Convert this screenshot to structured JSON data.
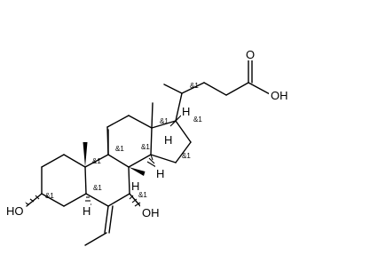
{
  "atom_labels": {
    "oh_acid": "OH",
    "o_carbonyl": "O",
    "ho_3": "HO",
    "oh_7": "OH",
    "h_17": "H",
    "h_9": "H",
    "h_8": "H",
    "h_14": "H",
    "h_5": "H"
  },
  "stereo_labels": {
    "c20": "&1",
    "c17": "&1",
    "c13": "&1",
    "c9": "&1",
    "c8": "&1",
    "c14": "&1",
    "c10": "&1",
    "c5": "&1",
    "c3": "&1",
    "c7": "&1"
  }
}
